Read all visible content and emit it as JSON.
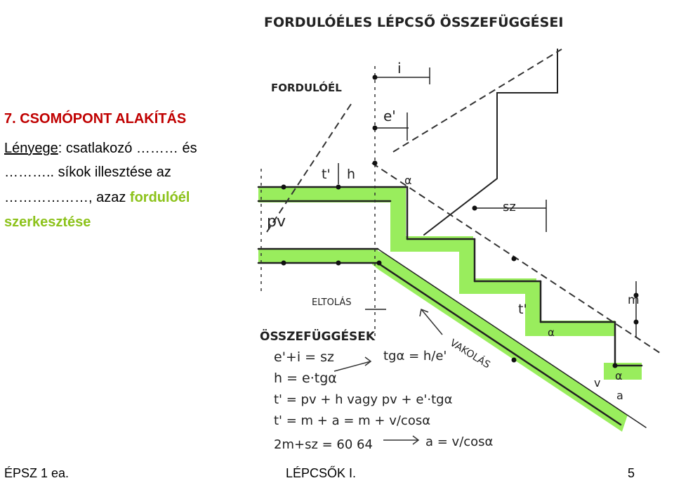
{
  "slide": {
    "heading": "7. CSOMÓPONT ALAKÍTÁS",
    "line1_label": "Lényege",
    "line1_rest": ": csatlakozó ……… és",
    "line2": "……….. síkok illesztése az",
    "line3_pre": "………………, azaz ",
    "line3_green": "fordulóél",
    "line4": "szerkesztése"
  },
  "figure": {
    "title": "FORDULÓÉLES LÉPCSŐ ÖSSZEFÜGGÉSEI",
    "label_fordulo": "FORDULÓÉL",
    "label_i": "i",
    "label_e": "e'",
    "label_t": "t'",
    "label_h": "h",
    "label_alpha1": "α",
    "label_sz": "sz",
    "label_pv": "pv",
    "label_eltolas": "ELTOLÁS",
    "label_vakolas": "VAKOLÁS",
    "label_m": "m",
    "label_t2": "t'",
    "label_alpha2": "α",
    "label_alpha3": "α",
    "label_v": "v",
    "label_a": "a",
    "section": "ÖSSZEFÜGGÉSEK",
    "eq1": "e'+i = sz",
    "eq2": "h = e·tgα",
    "eq3": "t' = pv + h vagy pv + e'·tgα",
    "eq4": "t' = m + a = m + v/cosα",
    "eq5": "2m+sz = 60   64",
    "eq_tg": "tgα = h/e'",
    "eq_a": "a = v/cosα"
  },
  "footer": {
    "left": "ÉPSZ 1 ea.",
    "center": "LÉPCSŐK I.",
    "right": "5"
  }
}
